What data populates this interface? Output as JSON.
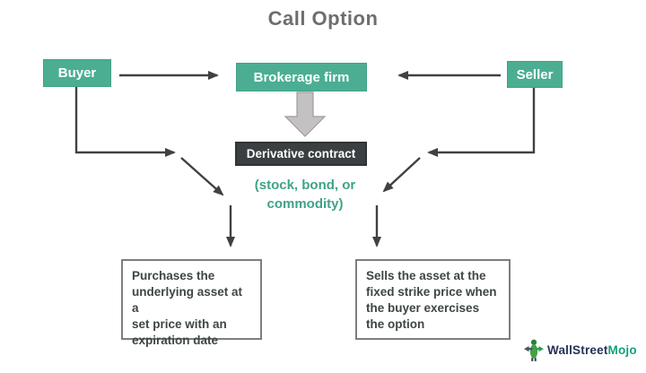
{
  "title": "Call Option",
  "nodes": {
    "buyer": "Buyer",
    "brokerage": "Brokerage firm",
    "seller": "Seller",
    "derivative": "Derivative contract"
  },
  "caption": {
    "lines": [
      "(stock, bond, or",
      "commodity)"
    ]
  },
  "notes": {
    "buyer": {
      "text": "Purchases the underlying asset at a set price with an expiration date",
      "lines": [
        "Purchases the",
        "underlying asset at a",
        "set price with an",
        "expiration date"
      ]
    },
    "seller": {
      "text": "Sells the asset at the fixed strike price when the buyer exercises the option",
      "lines": [
        "Sells the asset at the",
        "fixed strike price when",
        "the buyer exercises",
        "the option"
      ]
    }
  },
  "logo": {
    "name_dark": "WallStreet",
    "name_green": "Mojo"
  },
  "icons": {
    "block_arrow": "down-block-arrow",
    "logo_icon": "wallstreetmojo-bull-icon"
  },
  "colors": {
    "teal_node": "#4BAE92",
    "dark_node": "#3A4041",
    "arrow": "#3F4243",
    "caption_text": "#3FA287",
    "title_text": "#6E6E6E",
    "note_text": "#3E4546",
    "note_border": "#7E7E7E",
    "block_arrow_fill": "#C3C1C1",
    "logo_navy": "#253156",
    "logo_green": "#12A17C"
  }
}
